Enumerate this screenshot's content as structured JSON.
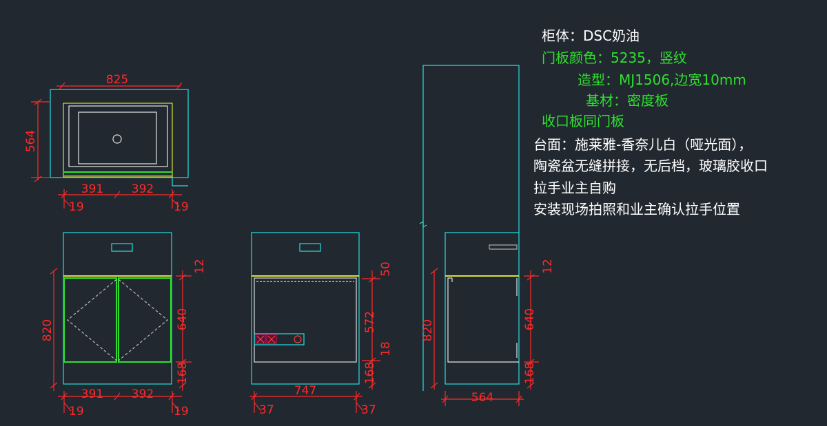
{
  "colors": {
    "background": "#212830",
    "cabinet": "#24e0e0",
    "door": "#2fe02f",
    "countertop": "#d8e038",
    "basin": "#e6e6e6",
    "dimension": "#ff2a2a",
    "note_white": "#ffffff",
    "note_green": "#2fe02f",
    "socket": "#c01060"
  },
  "dims": {
    "top_width": "825",
    "top_depth": "564",
    "top_left_half": "391",
    "top_right_half": "392",
    "top_left_edge": "19",
    "top_right_edge": "19",
    "front_height": "820",
    "front_gap_top": "12",
    "front_door_height": "640",
    "front_plinth": "168",
    "front_left_half": "391",
    "front_right_half": "392",
    "front_left_edge": "19",
    "front_right_edge": "19",
    "inner_width": "747",
    "inner_top_gap": "50",
    "inner_height": "572",
    "inner_shelf": "18",
    "inner_plinth": "168",
    "inner_left_edge": "37",
    "inner_right_edge": "37",
    "side_height": "820",
    "side_gap_top": "12",
    "side_door_height": "640",
    "side_plinth": "168",
    "side_depth": "564"
  },
  "notes": {
    "line1": "柜体：DSC奶油",
    "line2": "门板颜色：5235，竖纹",
    "line3": "造型：MJ1506,边宽10mm",
    "line4": "基材：密度板",
    "line5": "收口板同门板",
    "line6": "台面：施莱雅-香奈儿白（哑光面），",
    "line7": "陶瓷盆无缝拼接，无后档，玻璃胶收口",
    "line8": "拉手业主自购",
    "line9": "安装现场拍照和业主确认拉手位置"
  }
}
